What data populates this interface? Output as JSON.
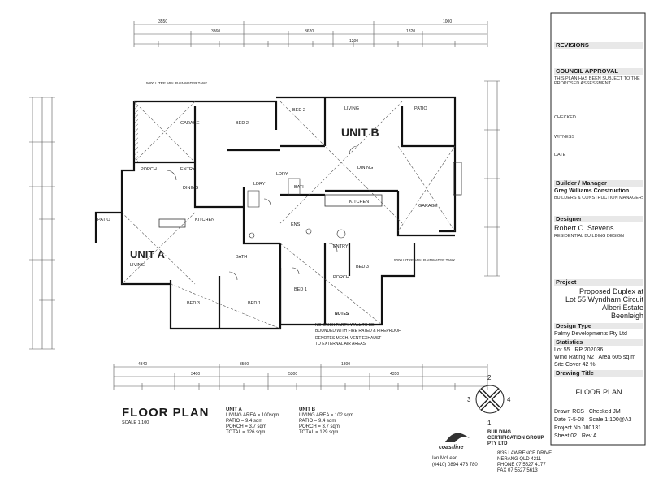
{
  "drawing": {
    "unit_a_label": "UNIT A",
    "unit_b_label": "UNIT B",
    "rooms_a": {
      "garage": "GARAGE",
      "bed2": "BED 2",
      "porch": "PORCH",
      "entry": "ENTRY",
      "dining": "DINING",
      "kitchen": "KITCHEN",
      "living": "LIVING",
      "patio": "PATIO",
      "bed3": "BED 3",
      "bed1": "BED 1",
      "bath": "BATH",
      "ldry": "LDRY"
    },
    "rooms_b": {
      "bed2": "BED 2",
      "living": "LIVING",
      "patio": "PATIO",
      "dining": "DINING",
      "kitchen": "KITCHEN",
      "garage": "GARAGE",
      "entry": "ENTRY",
      "porch": "PORCH",
      "bed3": "BED 3",
      "bed1": "BED 1",
      "bath": "BATH",
      "ldry": "LDRY",
      "ens": "ENS"
    },
    "tank_a_note": "5000 LITRE MIN. RAINWATER TANK",
    "tank_b_note": "5000 LITRE MIN. RAINWATER TANK",
    "notes_title": "NOTES",
    "notes_lines": [
      "NO BRICK PARTY WALL TO BE",
      "BOUNDED WITH FIRE RATED & FIREPROOF",
      "DENOTES MECH. VENT EXHAUST",
      "TO EXTERNAL AIR AREAS"
    ],
    "dims_top": [
      "3550",
      "3360",
      "3620",
      "1200",
      "1820",
      "1000"
    ],
    "dims_bottom": [
      "4340",
      "3400",
      "3500",
      "5300",
      "1800",
      "4350"
    ]
  },
  "floor_plan": {
    "title": "FLOOR PLAN",
    "scale": "SCALE 1:100",
    "unit_a": {
      "heading": "UNIT A",
      "rows": [
        [
          "LIVING AREA",
          "100sqm"
        ],
        [
          "PATIO",
          "9.4 sqm"
        ],
        [
          "PORCH",
          "3.7 sqm"
        ],
        [
          "TOTAL",
          "126 sqm"
        ]
      ]
    },
    "unit_b": {
      "heading": "UNIT B",
      "rows": [
        [
          "LIVING AREA",
          "102 sqm"
        ],
        [
          "PATIO",
          "9.4 sqm"
        ],
        [
          "PORCH",
          "3.7 sqm"
        ],
        [
          "TOTAL",
          "129 sqm"
        ]
      ]
    }
  },
  "compass": {
    "n": "2",
    "e": "4",
    "s": "1",
    "w": "3"
  },
  "certifier": {
    "logo_text": "coastline",
    "company": "BUILDING CERTIFICATION GROUP PTY LTD",
    "contact_name": "Ian McLean",
    "phone": "(0410) 0894 473 780",
    "address": [
      "8/35 LAWRENCE DRIVE",
      "NERANG QLD 4211",
      "PHONE 07 5527 4177",
      "FAX 07 5527 5613"
    ]
  },
  "title_block": {
    "revisions_label": "REVISIONS",
    "approval_label": "COUNCIL APPROVAL",
    "approval_text": "THIS PLAN HAS BEEN SUBJECT TO THE PROPOSED ASSESSMENT",
    "check_labels": [
      "CHECKED",
      "WITNESS",
      "DATE"
    ],
    "builder_hdr": "Builder / Manager",
    "builder_name": "Greg Williams Construction",
    "builder_sub": "BUILDERS & CONSTRUCTION MANAGERS",
    "designer_hdr": "Designer",
    "designer_name": "Robert C. Stevens",
    "designer_sub": "RESIDENTIAL BUILDING DESIGN",
    "project_hdr": "Project",
    "project_lines": [
      "Proposed Duplex at",
      "Lot 55 Wyndham Circuit",
      "Alberi Estate",
      "Beenleigh"
    ],
    "client_hdr": "Design Type",
    "client_name": "Palmy Developments Pty Ltd",
    "stats_hdr": "Statistics",
    "stats": [
      [
        "Lot",
        "55"
      ],
      [
        "RP",
        "202036"
      ],
      [
        "Wind Rating",
        "N2"
      ],
      [
        "Area",
        "605 sq.m"
      ],
      [
        "Site Cover",
        "42 %"
      ]
    ],
    "drawing_hdr": "Drawing Title",
    "drawing_title": "FLOOR PLAN",
    "meta": [
      [
        "Drawn",
        "RCS"
      ],
      [
        "Checked",
        "JM"
      ],
      [
        "Date",
        "7-5-08"
      ],
      [
        "Scale",
        "1:100@A3"
      ],
      [
        "Project No",
        "080131"
      ],
      [
        "Sheet",
        "02"
      ],
      [
        "Rev",
        "A"
      ]
    ]
  }
}
